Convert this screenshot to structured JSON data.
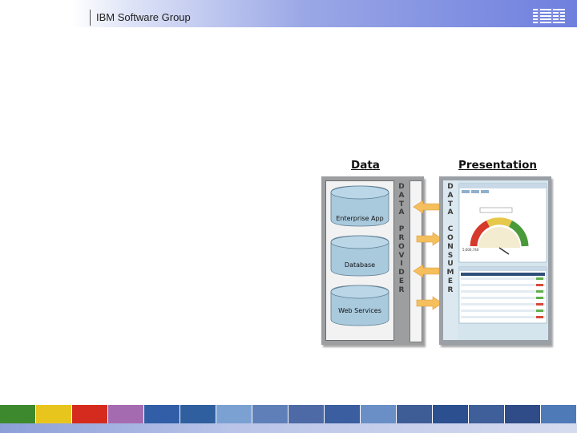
{
  "header": {
    "title": "IBM Software Group",
    "logo_text": "IBM"
  },
  "diagram": {
    "data_heading": "Data",
    "presentation_heading": "Presentation",
    "sources": [
      "Enterprise App",
      "Database",
      "Web Services"
    ],
    "provider_letters": [
      "D",
      "A",
      "T",
      "A",
      "",
      "P",
      "R",
      "O",
      "V",
      "I",
      "D",
      "E",
      "R"
    ],
    "consumer_letters": [
      "D",
      "A",
      "T",
      "A",
      "",
      "C",
      "O",
      "N",
      "S",
      "U",
      "M",
      "E",
      "R"
    ],
    "gauge_values": [
      "5,600,740"
    ]
  },
  "colors": {
    "arrow": "#f5bf5e",
    "cylinder": "#a9c9dd",
    "header_end": "#6f7fde"
  },
  "footer": {
    "tiles": [
      "#3d8a2e",
      "#e8c51d",
      "#d52b1e",
      "#a56bb0",
      "#315ea6",
      "#2f5f9e",
      "#7aa1d2",
      "#5f7fb8",
      "#4d6aa6",
      "#3a5ea0",
      "#6a8fc7",
      "#3e5c96",
      "#2b4f8f",
      "#3f5f9a",
      "#2f4c88",
      "#4e7ab8"
    ]
  }
}
